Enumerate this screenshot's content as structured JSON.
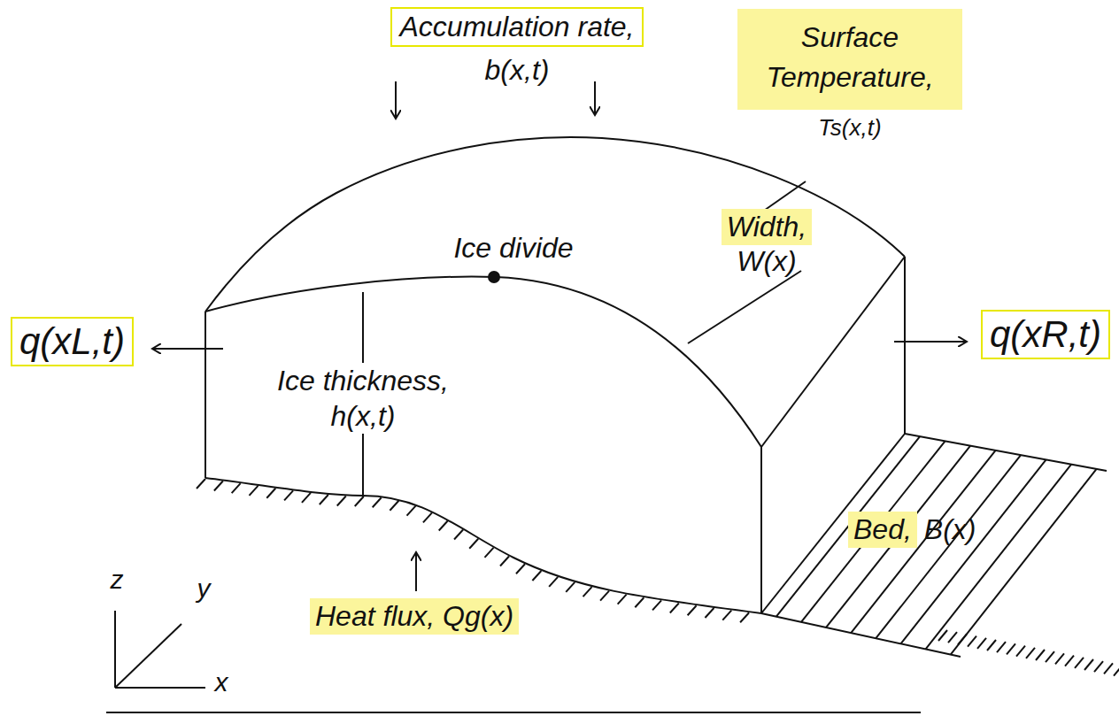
{
  "diagram": {
    "nodes": [
      {
        "text": [
          "Accumulation rate,",
          "b(x,t)"
        ]
      },
      {
        "text": [
          "Surface Temperature,",
          "Ts(x,t)"
        ]
      },
      {
        "text": [
          "Width,",
          "W(x)"
        ]
      },
      {
        "text": [
          "q(xL,t)"
        ]
      },
      {
        "text": [
          "q(xR,t)"
        ]
      },
      {
        "text": [
          "Bed,",
          "B(x)"
        ]
      },
      {
        "text": [
          "Heat flux, Qg(x)"
        ]
      }
    ],
    "labels": [
      "Ice divide",
      "Ice thickness, h(x,t)",
      "z",
      "y",
      "x"
    ]
  }
}
